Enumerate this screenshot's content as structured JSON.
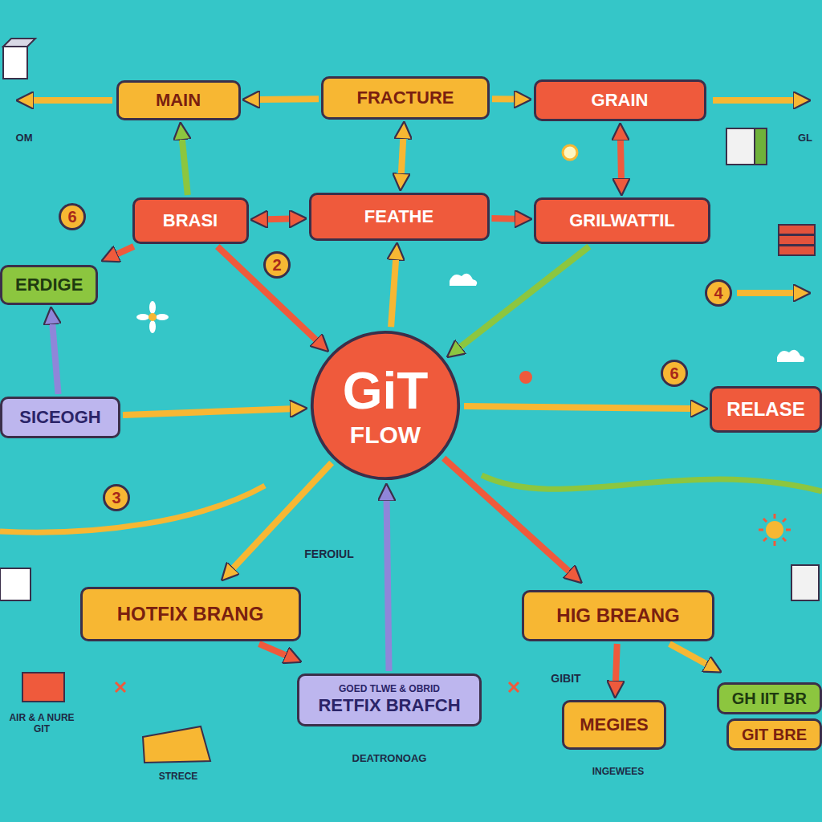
{
  "diagram": {
    "nodes": [
      {
        "text": [
          "MAIN"
        ]
      },
      {
        "text": [
          "FRACTURE"
        ]
      },
      {
        "text": [
          "GRAIN"
        ]
      },
      {
        "text": [
          "BRASI"
        ]
      },
      {
        "text": [
          "FEATHE"
        ]
      },
      {
        "text": [
          "GRILWATTIL"
        ]
      },
      {
        "text": [
          "ERDIGE"
        ]
      },
      {
        "text": [
          "GiT",
          "FLOW"
        ]
      },
      {
        "text": [
          "SICEOGH"
        ]
      },
      {
        "text": [
          "RELASE"
        ]
      },
      {
        "text": [
          "HOTFIX BRANG"
        ]
      },
      {
        "text": [
          "HIG BREANG"
        ]
      },
      {
        "text": [
          "GOED TLWE & OBRID",
          "RETFIX BRAFCH"
        ]
      },
      {
        "text": [
          "MEGIES"
        ]
      },
      {
        "text": [
          "GH IIT BR"
        ]
      },
      {
        "text": [
          "GIT BRE"
        ]
      }
    ],
    "edges": [
      {
        "from": 1,
        "to": 0,
        "arrow": "to"
      },
      {
        "from": 1,
        "to": 2,
        "arrow": "to"
      },
      {
        "from": 3,
        "to": 0,
        "arrow": "to"
      },
      {
        "from": 1,
        "to": 4,
        "arrow": "both"
      },
      {
        "from": 2,
        "to": 5,
        "arrow": "both"
      },
      {
        "from": 4,
        "to": 3,
        "arrow": "both"
      },
      {
        "from": 4,
        "to": 5,
        "arrow": "to"
      },
      {
        "from": 7,
        "to": 4,
        "arrow": "to"
      },
      {
        "from": 3,
        "to": 7,
        "arrow": "to"
      },
      {
        "from": 5,
        "to": 7,
        "arrow": "to"
      },
      {
        "from": 7,
        "to": 9,
        "arrow": "to"
      },
      {
        "from": 8,
        "to": 7,
        "arrow": "to"
      },
      {
        "from": 7,
        "to": 10,
        "arrow": "to"
      },
      {
        "from": 7,
        "to": 11,
        "arrow": "to"
      },
      {
        "from": 10,
        "to": 12,
        "arrow": "to"
      },
      {
        "from": 12,
        "to": 7,
        "arrow": "to"
      },
      {
        "from": 11,
        "to": 13,
        "arrow": "to"
      },
      {
        "from": 3,
        "to": 6,
        "arrow": "to"
      },
      {
        "from": 8,
        "to": 6,
        "arrow": "to"
      },
      {
        "from": 11,
        "to": 14,
        "arrow": "to"
      }
    ],
    "labels": [
      "OM",
      "GL",
      "6",
      "2",
      "4",
      "6",
      "3",
      "FEROIUL",
      "GIBIT",
      "AIR & A NURE GIT",
      "STRECE",
      "DEATRONOAG",
      "INGEWEES"
    ]
  }
}
